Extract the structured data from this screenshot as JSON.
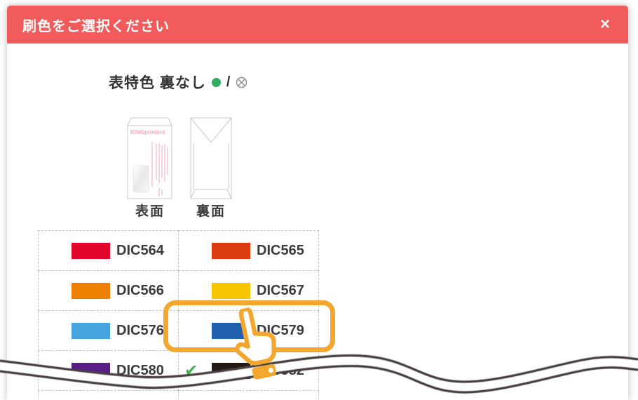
{
  "modal": {
    "header": {
      "title": "刷色をご選択ください",
      "close_label": "×"
    },
    "selection_summary": {
      "label": "表特色 裏なし",
      "separator": "/",
      "front_status": "color-selected",
      "back_status": "none"
    },
    "envelope_preview": {
      "logo": "KINGprinters",
      "front_caption": "表面",
      "back_caption": "裏面"
    },
    "color_grid": {
      "columns": 2,
      "swatches": [
        {
          "code": "DIC564",
          "color": "#E2052B",
          "selected": false,
          "highlighted": false
        },
        {
          "code": "DIC565",
          "color": "#DC3B0F",
          "selected": false,
          "highlighted": false
        },
        {
          "code": "DIC566",
          "color": "#EE8000",
          "selected": false,
          "highlighted": false
        },
        {
          "code": "DIC567",
          "color": "#F6C400",
          "selected": false,
          "highlighted": false
        },
        {
          "code": "DIC576",
          "color": "#45A3DD",
          "selected": false,
          "highlighted": false
        },
        {
          "code": "DIC579",
          "color": "#2060AC",
          "selected": false,
          "highlighted": true
        },
        {
          "code": "DIC580",
          "color": "#591D86",
          "selected": false,
          "highlighted": false
        },
        {
          "code": "DIC582",
          "color": "#231812",
          "selected": true,
          "highlighted": false
        }
      ]
    }
  },
  "colors": {
    "header_red": "#F15B5B",
    "highlight_orange": "#F5A62E",
    "check_green": "#3CB54A",
    "status_green": "#2FAE60",
    "status_gray": "#8E8E8E",
    "wave_gray": "#474140",
    "dashed_border": "#C4C4C4",
    "envelope_line": "#C9C9C9",
    "logo_pink": "#F5A8C0"
  }
}
